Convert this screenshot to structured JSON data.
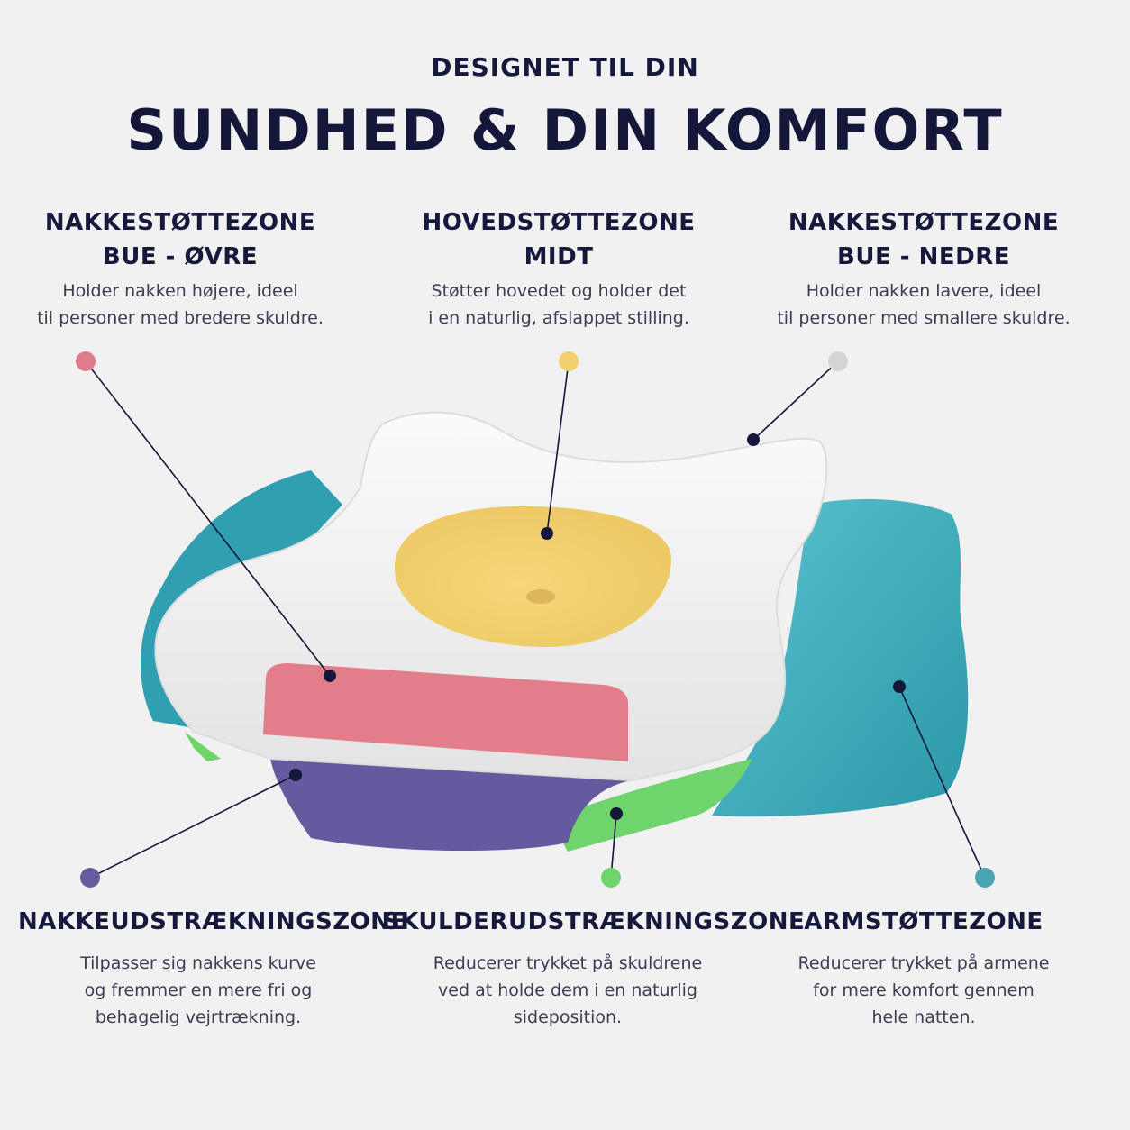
{
  "header": {
    "kicker": "DESIGNET TIL DIN",
    "title": "SUNDHED & DIN KOMFORT"
  },
  "zones": {
    "upper": {
      "title1": "NAKKESTØTTEZONE",
      "title2": "BUE - ØVRE",
      "desc1": "Holder nakken højere, ideel",
      "desc2": "til personer med bredere skuldre.",
      "color": "#e07b8a"
    },
    "head": {
      "title1": "HOVEDSTØTTEZONE",
      "title2": "MIDT",
      "desc1": "Støtter hovedet og holder det",
      "desc2": "i en naturlig, afslappet stilling.",
      "color": "#f0d06e"
    },
    "lower": {
      "title1": "NAKKESTØTTEZONE",
      "title2": "BUE - NEDRE",
      "desc1": "Holder nakken lavere, ideel",
      "desc2": "til personer med smallere skuldre.",
      "color": "#d4d4d4"
    },
    "neck_stretch": {
      "title": "NAKKEUDSTRÆKNINGSZONE",
      "desc1": "Tilpasser sig nakkens kurve",
      "desc2": "og fremmer en mere fri og",
      "desc3": "behagelig vejrtrækning.",
      "color": "#665b9e"
    },
    "shoulder_stretch": {
      "title": "SKULDERUDSTRÆKNINGSZONE",
      "desc1": "Reducerer trykket på skuldrene",
      "desc2": "ved at holde dem i en naturlig",
      "desc3": "sideposition.",
      "color": "#6fd46b"
    },
    "arm": {
      "title": "ARMSTØTTEZONE",
      "desc1": "Reducerer trykket på armene",
      "desc2": "for mere komfort gennem",
      "desc3": "hele natten.",
      "color": "#4aa3b0"
    }
  },
  "colors": {
    "navy": "#14173a",
    "pillow_cover": "#f3f3f3",
    "pillow_teal": "#3aa8b8"
  }
}
